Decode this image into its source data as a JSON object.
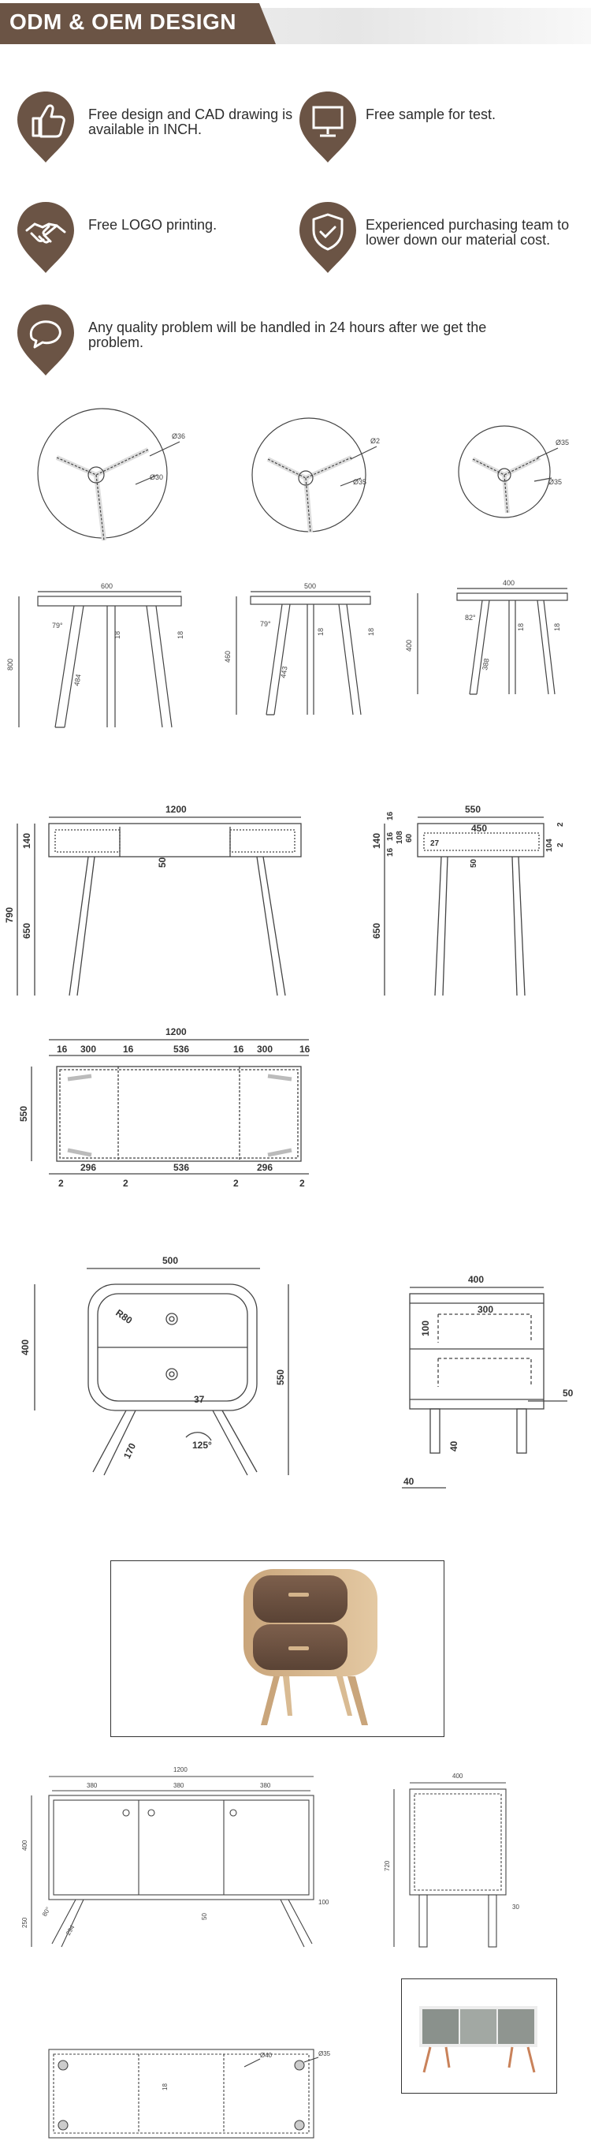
{
  "banner": {
    "title": "ODM & OEM DESIGN"
  },
  "features": [
    {
      "icon": "thumbs-up-icon",
      "text": "Free design and CAD drawing is available in INCH."
    },
    {
      "icon": "monitor-icon",
      "text": "Free sample for test."
    },
    {
      "icon": "handshake-icon",
      "text": "Free LOGO printing."
    },
    {
      "icon": "checkmark-shield-icon",
      "text": "Experienced purchasing team to lower down our material cost."
    },
    {
      "icon": "chat-bubble-icon",
      "text": "Any quality problem will be handled in 24 hours after we get the problem."
    }
  ],
  "colors": {
    "brown": "#6b5445",
    "line": "#444444",
    "dim": "#555555"
  },
  "drawings": {
    "stool_big": {
      "width": "600",
      "height": "800",
      "leg": "484",
      "angle": "79°",
      "d1": "18",
      "d2": "18",
      "c1": "Ø36",
      "c2": "Ø30"
    },
    "stool_mid": {
      "width": "500",
      "height": "460",
      "leg": "443",
      "angle": "79°",
      "d1": "18",
      "d2": "18",
      "c1": "Ø2",
      "c2": "Ø35"
    },
    "stool_small": {
      "width": "400",
      "height": "400",
      "leg": "388",
      "angle": "82°",
      "d1": "18",
      "d2": "18",
      "c1": "Ø35",
      "c2": "Ø35"
    },
    "desk_front": {
      "width": "1200",
      "h_top": "140",
      "h_total": "790",
      "h_leg": "650",
      "drawer": "50"
    },
    "desk_side": {
      "width": "550",
      "inner": "450",
      "h_top": "140",
      "h_leg": "650",
      "d16a": "16",
      "d16b": "16",
      "d16c": "16",
      "d108": "108",
      "d60": "60",
      "d2a": "2",
      "d2b": "2",
      "d104": "104",
      "d50": "50",
      "d27": "27"
    },
    "desk_top": {
      "width": "1200",
      "depth": "550",
      "top_row": [
        "16",
        "300",
        "16",
        "536",
        "16",
        "300",
        "16"
      ],
      "bottom_row": [
        "2",
        "296",
        "2",
        "536",
        "2",
        "296",
        "2"
      ]
    },
    "night_front": {
      "width": "500",
      "height": "400",
      "total": "550",
      "radius": "R80",
      "d37": "37",
      "leg": "170",
      "angle": "125°"
    },
    "night_side": {
      "depth": "400",
      "drawer": "300",
      "d100": "100",
      "d40a": "40",
      "d40b": "40",
      "d50": "50"
    },
    "cabinet_front": {
      "width": "1200",
      "doors": [
        "380",
        "380",
        "380"
      ],
      "h400": "400",
      "h250": "250",
      "leg": "294",
      "angle": "80°",
      "d100": "100",
      "d50": "50"
    },
    "cabinet_side": {
      "depth": "400",
      "height": "720",
      "d30": "30"
    },
    "cabinet_top": {
      "d18": "18",
      "c1": "Ø40",
      "c2": "Ø35"
    }
  }
}
